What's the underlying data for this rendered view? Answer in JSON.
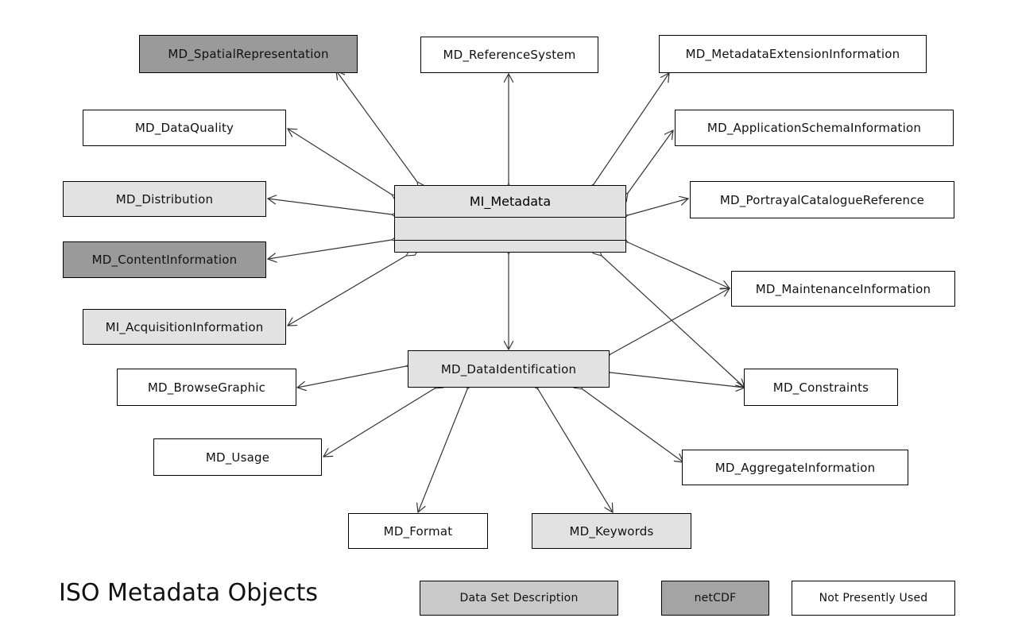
{
  "center": {
    "label": "MI_Metadata"
  },
  "data_identification": {
    "label": "MD_DataIdentification"
  },
  "metadata_children": {
    "spatial_representation": "MD_SpatialRepresentation",
    "reference_system": "MD_ReferenceSystem",
    "metadata_extension": "MD_MetadataExtensionInformation",
    "data_quality": "MD_DataQuality",
    "application_schema": "MD_ApplicationSchemaInformation",
    "distribution": "MD_Distribution",
    "portrayal_catalogue": "MD_PortrayalCatalogueReference",
    "content_information": "MD_ContentInformation",
    "acquisition_information": "MI_AcquisitionInformation",
    "maintenance_information": "MD_MaintenanceInformation",
    "constraints": "MD_Constraints"
  },
  "identification_children": {
    "browse_graphic": "MD_BrowseGraphic",
    "usage": "MD_Usage",
    "aggregate_information": "MD_AggregateInformation",
    "format": "MD_Format",
    "keywords": "MD_Keywords"
  },
  "caption": "ISO Metadata Objects",
  "legend": {
    "data_set_description": "Data Set Description",
    "netcdf": "netCDF",
    "not_presently_used": "Not Presently Used"
  },
  "colors": {
    "white": "#ffffff",
    "light_gray": "#e2e2e2",
    "dark_gray": "#9a9a9a",
    "line": "#333333"
  }
}
